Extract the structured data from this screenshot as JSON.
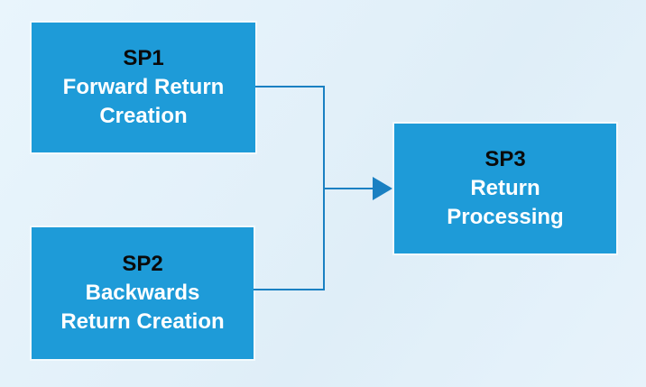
{
  "diagram": {
    "background": "#e3f1fa",
    "colors": {
      "node_fill": "#1e9bd8",
      "node_border": "#f3fafd",
      "connector": "#1a80c2",
      "title_text": "#0a0a0a",
      "body_text": "#ffffff"
    },
    "nodes": [
      {
        "id": "sp1",
        "title": "SP1",
        "line1": "Forward Return",
        "line2": "Creation"
      },
      {
        "id": "sp2",
        "title": "SP2",
        "line1": "Backwards",
        "line2": "Return Creation"
      },
      {
        "id": "sp3",
        "title": "SP3",
        "line1": "Return",
        "line2": "Processing"
      }
    ],
    "connections": [
      {
        "from": "sp1",
        "to": "sp3",
        "type": "elbow-arrow"
      },
      {
        "from": "sp2",
        "to": "sp3",
        "type": "elbow-arrow"
      }
    ]
  }
}
